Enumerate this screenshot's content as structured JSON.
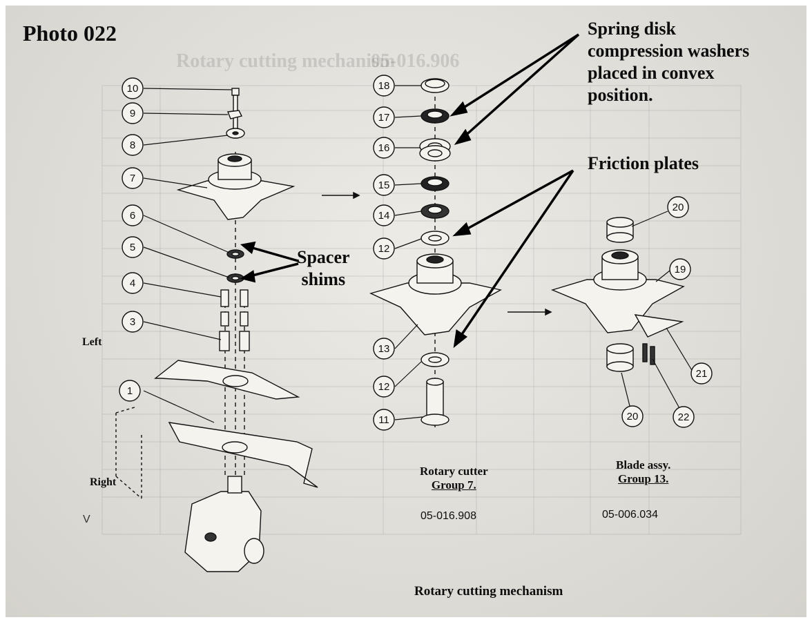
{
  "photo_label": "Photo 022",
  "background_text": {
    "title": "Rotary cutting mechanism",
    "code": "05-016.906"
  },
  "notes": {
    "spring_line1": "Spring disk",
    "spring_line2": "compression washers",
    "spring_line3": "placed in convex",
    "spring_line4": "position.",
    "friction": "Friction plates",
    "spacer_line1": "Spacer",
    "spacer_line2": "shims"
  },
  "sides": {
    "left": "Left",
    "right": "Right"
  },
  "groups": {
    "cutter_name": "Rotary cutter",
    "cutter_group": "Group 7.",
    "cutter_part_no": "05-016.908",
    "blade_name": "Blade assy.",
    "blade_group": "Group 13.",
    "blade_part_no": "05-006.034"
  },
  "figure_title": "Rotary cutting mechanism",
  "margin_mark": "V",
  "callouts": {
    "c10": "10",
    "c9": "9",
    "c8": "8",
    "c7": "7",
    "c6": "6",
    "c5": "5",
    "c4": "4",
    "c3": "3",
    "c1": "1",
    "c18": "18",
    "c17": "17",
    "c16": "16",
    "c15": "15",
    "c14": "14",
    "c12a": "12",
    "c13": "13",
    "c12b": "12",
    "c11": "11",
    "c20a": "20",
    "c19": "19",
    "c21": "21",
    "c20b": "20",
    "c22": "22"
  }
}
